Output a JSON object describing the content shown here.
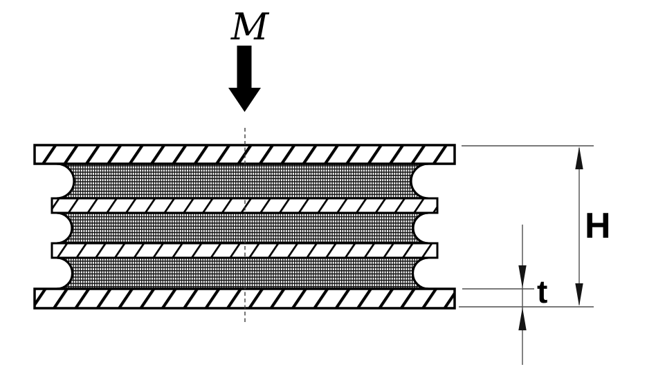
{
  "figure": {
    "kind": "laminated-bearing-cross-section",
    "load_label": "M",
    "total_height_label": "H",
    "layer_thickness_label": "t",
    "structure": {
      "end_plate_count": 2,
      "steel_shim_count": 2,
      "rubber_layer_count": 3
    }
  },
  "colors": {
    "ink": "#000000",
    "dimension_line": "#4d4d4d",
    "background": "#ffffff"
  }
}
